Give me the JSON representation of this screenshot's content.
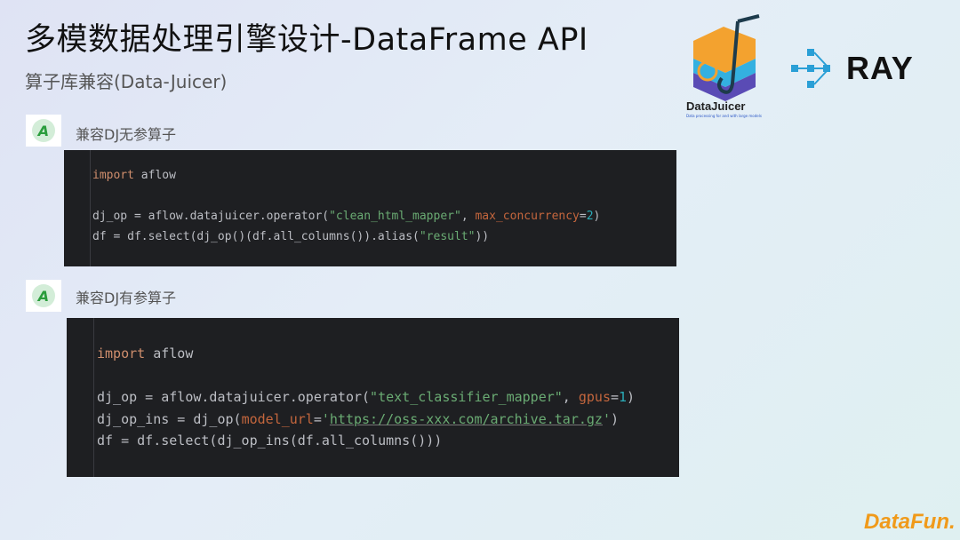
{
  "title": "多模数据处理引擎设计-DataFrame API",
  "subtitle": "算子库兼容(Data-Juicer)",
  "logos": {
    "datajuicer": "DataJuicer",
    "datajuicer_tagline": "Data processing for and with large models",
    "ray": "RAY",
    "datafun": "DataFun."
  },
  "sections": [
    {
      "label": "兼容DJ无参算子",
      "icon": "aflow-logo-icon",
      "code": {
        "l1a": "import",
        "l1b": " aflow",
        "l2a": "dj_op = aflow.datajuicer.operator(",
        "l2b": "\"clean_html_mapper\"",
        "l2c": ", ",
        "l2d": "max_concurrency",
        "l2e": "=",
        "l2f": "2",
        "l2g": ")",
        "l3a": "df = df.select(dj_op()(df.all_columns()).alias(",
        "l3b": "\"result\"",
        "l3c": "))"
      }
    },
    {
      "label": "兼容DJ有参算子",
      "icon": "aflow-logo-icon",
      "code": {
        "l1a": "import",
        "l1b": " aflow",
        "l2a": "dj_op = aflow.datajuicer.operator(",
        "l2b": "\"text_classifier_mapper\"",
        "l2c": ", ",
        "l2d": "gpus",
        "l2e": "=",
        "l2f": "1",
        "l2g": ")",
        "l3a": "dj_op_ins = dj_op(",
        "l3b": "model_url",
        "l3c": "=",
        "l3d": "'",
        "l3e": "https://oss-xxx.com/archive.tar.gz",
        "l3f": "'",
        "l3g": ")",
        "l4a": "df = df.select(dj_op_ins(df.all_columns()))"
      }
    }
  ],
  "colors": {
    "keyword": "#cf8e6d",
    "string": "#6aab73",
    "param": "#c4663d",
    "number": "#2aacb8",
    "code_bg": "#1e1f22"
  }
}
